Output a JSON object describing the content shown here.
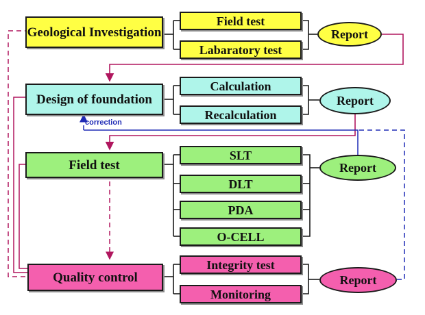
{
  "rows": [
    {
      "main": "Geological Investigation",
      "subs": [
        "Field test",
        "Labaratory test"
      ],
      "report": "Report"
    },
    {
      "main": "Design of foundation",
      "subs": [
        "Calculation",
        "Recalculation"
      ],
      "report": "Report"
    },
    {
      "main": "Field test",
      "subs": [
        "SLT",
        "DLT",
        "PDA",
        "O-CELL"
      ],
      "report": "Report"
    },
    {
      "main": "Quality control",
      "subs": [
        "Integrity test",
        "Monitoring"
      ],
      "report": "Report"
    }
  ],
  "correction_label": "correction",
  "colors": {
    "geological": "#ffff44",
    "design": "#aff5ea",
    "field": "#9df07d",
    "quality": "#f45fae",
    "flow_line": "#b0165e",
    "correction_line": "#1f2bb5"
  }
}
